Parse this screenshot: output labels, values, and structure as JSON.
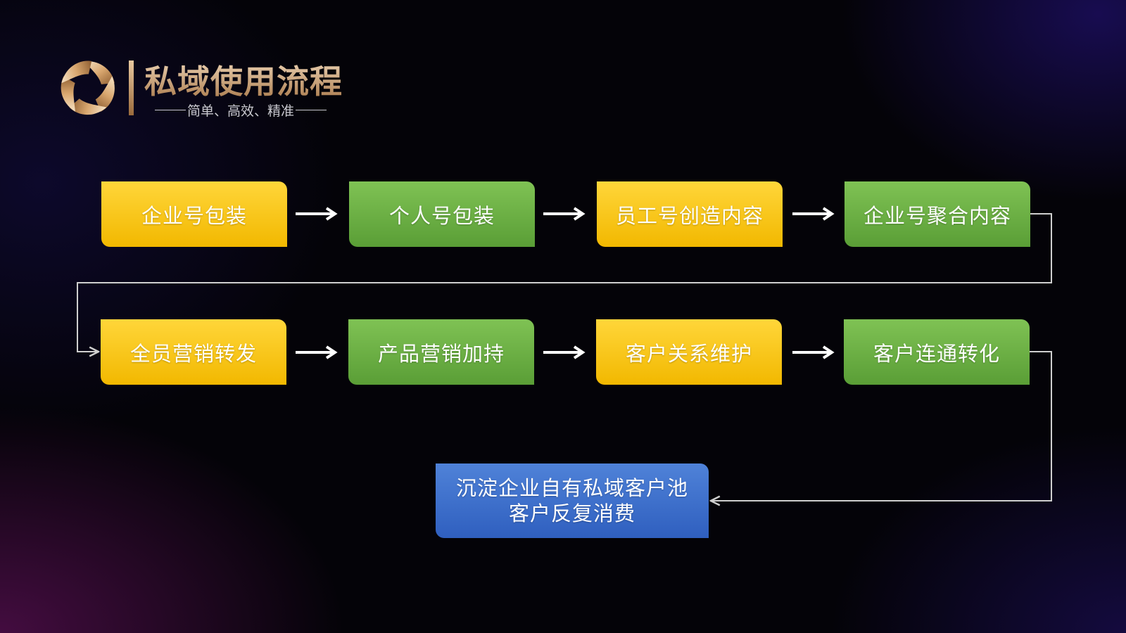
{
  "header": {
    "title": "私域使用流程",
    "subtitle": "简单、高效、精准"
  },
  "flow": {
    "row1": [
      "企业号包装",
      "个人号包装",
      "员工号创造内容",
      "企业号聚合内容"
    ],
    "row2": [
      "全员营销转发",
      "产品营销加持",
      "客户关系维护",
      "客户连通转化"
    ],
    "result": {
      "line1": "沉淀企业自有私域客户池",
      "line2": "客户反复消费"
    }
  },
  "colors": {
    "yellow": "#f7c514",
    "green": "#6aaf44",
    "blue": "#3b6dcc",
    "title_gold": "#d8b58c",
    "connector": "#cfcfcf"
  },
  "icons": {
    "logo": "aperture-logo-icon",
    "arrow": "arrow-right-icon"
  }
}
